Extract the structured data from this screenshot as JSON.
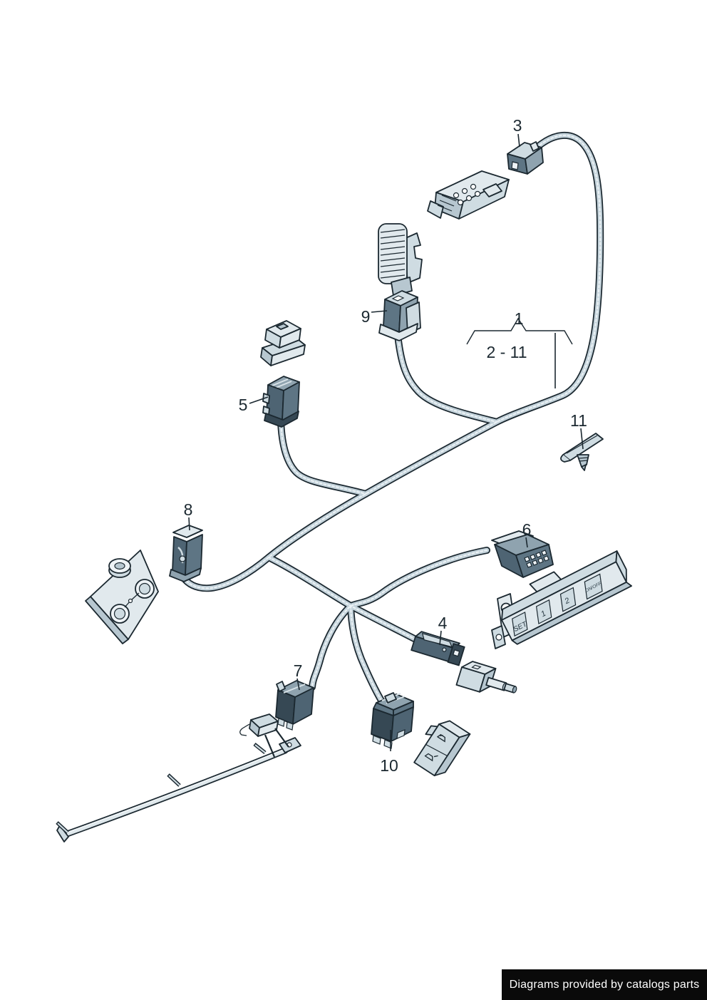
{
  "diagram": {
    "title_hint": "seat wiring harness exploded parts diagram",
    "part_labels": {
      "p1": "1",
      "p1_range": "2 - 11",
      "p3": "3",
      "p4": "4",
      "p5": "5",
      "p6": "6",
      "p7": "7",
      "p8": "8",
      "p9": "9",
      "p10": "10",
      "p11": "11"
    },
    "memory_switch": {
      "set": "SET",
      "one": "1",
      "two": "2",
      "onoff": "ON/OFF"
    },
    "colors": {
      "outline": "#1b2830",
      "wire_fill": "#c4d3db",
      "wire_core": "#edf3f6",
      "part_light": "#e1e9ed",
      "part_mid": "#b7c7d0",
      "part_dark": "#4e6473",
      "footer_bg": "#0a0a0a",
      "footer_text": "#ffffff"
    }
  },
  "footer": {
    "text": "Diagrams provided by catalogs parts"
  }
}
